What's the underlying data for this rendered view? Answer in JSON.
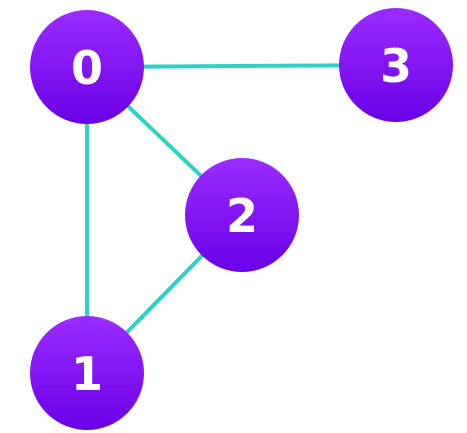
{
  "colors": {
    "edge": "#2ED3C6",
    "node_top": "#9B2CFF",
    "node_bottom": "#6A00E6",
    "label": "#FFFFFF"
  },
  "nodes": [
    {
      "id": "0",
      "label": "0"
    },
    {
      "id": "1",
      "label": "1"
    },
    {
      "id": "2",
      "label": "2"
    },
    {
      "id": "3",
      "label": "3"
    }
  ],
  "edges": [
    {
      "from": "0",
      "to": "3"
    },
    {
      "from": "0",
      "to": "2"
    },
    {
      "from": "0",
      "to": "1"
    },
    {
      "from": "2",
      "to": "1"
    }
  ]
}
